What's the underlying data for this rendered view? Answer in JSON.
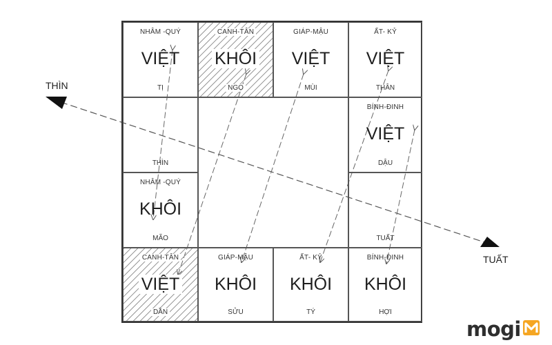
{
  "palaces": [
    {
      "stem": "NHÂM -QUÝ",
      "star": "VIỆT",
      "branch": "TỊ",
      "hatched": false
    },
    {
      "stem": "CANH-TÂN",
      "star": "KHÔI",
      "branch": "NGỌ",
      "hatched": true
    },
    {
      "stem": "GIÁP-MẬU",
      "star": "VIỆT",
      "branch": "MÙI",
      "hatched": false
    },
    {
      "stem": "ẤT- KỶ",
      "star": "VIỆT",
      "branch": "THÂN",
      "hatched": false
    },
    {
      "stem": "",
      "star": "",
      "branch": "THÌN",
      "hatched": false
    },
    {
      "stem": "BÍNH-ĐINH",
      "star": "VIỆT",
      "branch": "DẬU",
      "hatched": false
    },
    {
      "stem": "NHÂM -QUÝ",
      "star": "KHÔI",
      "branch": "MÃO",
      "hatched": false
    },
    {
      "stem": "",
      "star": "",
      "branch": "TUẤT",
      "hatched": false
    },
    {
      "stem": "CANH-TÂN",
      "star": "VIỆT",
      "branch": "DẦN",
      "hatched": true
    },
    {
      "stem": "GIÁP-MẬU",
      "star": "KHÔI",
      "branch": "SỬU",
      "hatched": false
    },
    {
      "stem": "ẤT- KỶ",
      "star": "KHÔI",
      "branch": "TÝ",
      "hatched": false
    },
    {
      "stem": "BÍNH-ĐINH",
      "star": "KHÔI",
      "branch": "HỢI",
      "hatched": false
    }
  ],
  "axis": {
    "left_label": "THÌN",
    "right_label": "TUẤT"
  },
  "logo": "mogi",
  "colors": {
    "line": "#555555",
    "hatch": "#9a9a9a",
    "arrowhead": "#111111"
  }
}
